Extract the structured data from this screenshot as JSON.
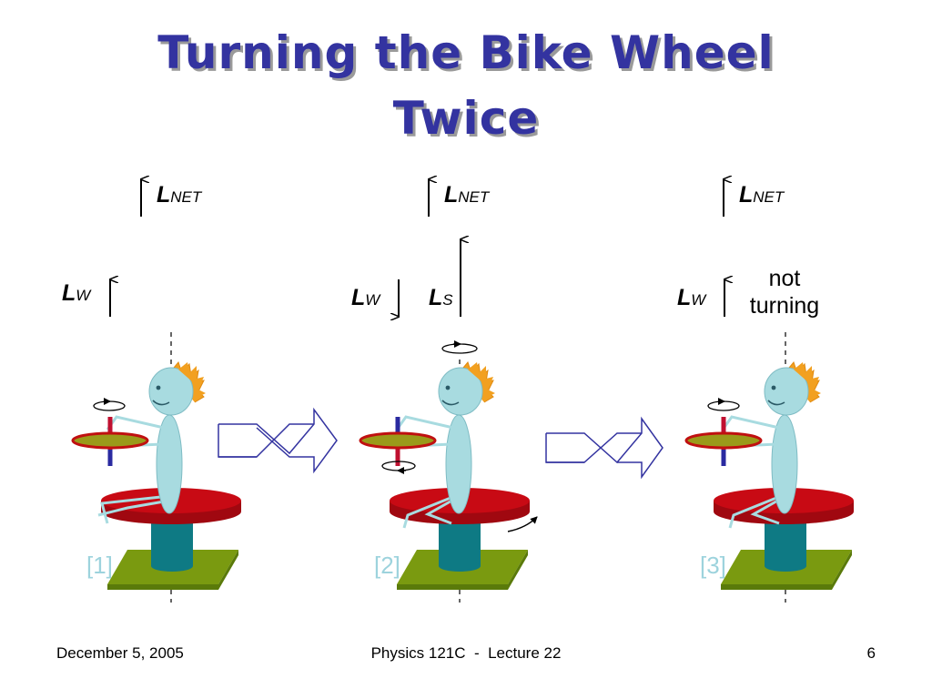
{
  "slide": {
    "title_line1": "Turning the Bike Wheel",
    "title_line2": "Twice"
  },
  "labels": {
    "L": "L",
    "net_sub": "NET",
    "w_sub": "W",
    "s_sub": "S",
    "not_turning_line1": "not",
    "not_turning_line2": "turning"
  },
  "steps": [
    "[1]",
    "[2]",
    "[3]"
  ],
  "footer": {
    "date": "December 5, 2005",
    "course": "Physics 121C  -  Lecture 22",
    "page": "6"
  },
  "colors": {
    "title": "#3333a0",
    "turntable": "#c80a14",
    "pedestal": "#0e7a84",
    "base": "#7a9a10",
    "wheel_fill": "#9a9a1a",
    "wheel_rim": "#c01010",
    "body": "#a8dbe0",
    "hair": "#f2a020",
    "transition_arrow": "#3333a0",
    "step_label": "#9dd3dd"
  }
}
